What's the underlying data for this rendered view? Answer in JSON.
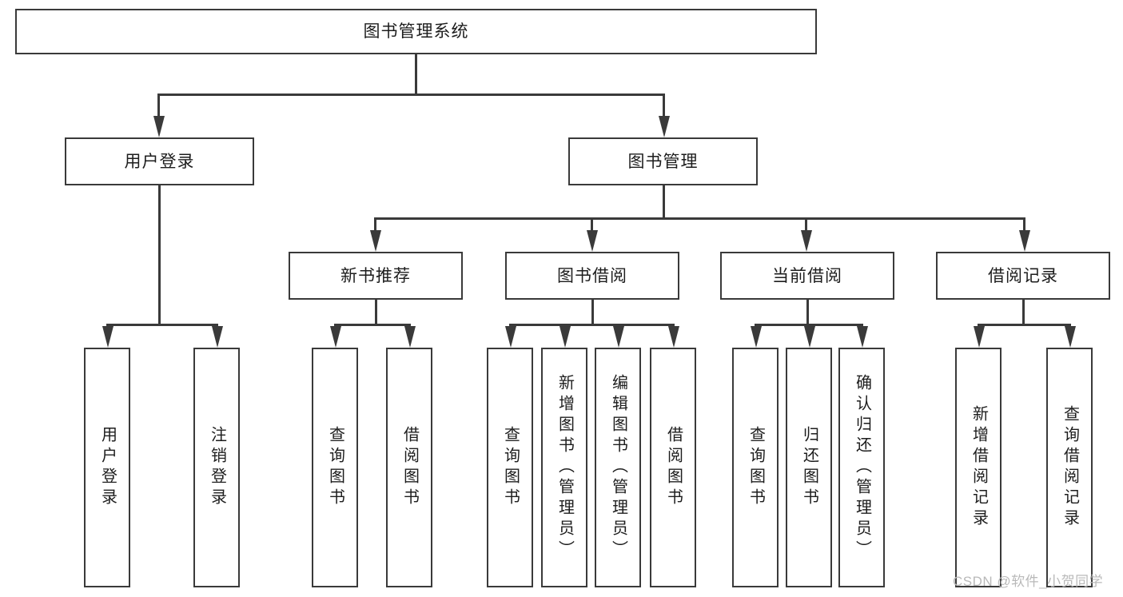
{
  "diagram": {
    "title": "图书管理系统",
    "type": "hierarchy-tree",
    "root": {
      "label": "图书管理系统",
      "children": [
        {
          "label": "用户登录",
          "children": [
            {
              "label": "用户登录"
            },
            {
              "label": "注销登录"
            }
          ]
        },
        {
          "label": "图书管理",
          "children": [
            {
              "label": "新书推荐",
              "children": [
                {
                  "label": "查询图书"
                },
                {
                  "label": "借阅图书"
                }
              ]
            },
            {
              "label": "图书借阅",
              "children": [
                {
                  "label": "查询图书"
                },
                {
                  "label": "新增图书（管理员）"
                },
                {
                  "label": "编辑图书（管理员）"
                },
                {
                  "label": "借阅图书"
                }
              ]
            },
            {
              "label": "当前借阅",
              "children": [
                {
                  "label": "查询图书"
                },
                {
                  "label": "归还图书"
                },
                {
                  "label": "确认归还（管理员）"
                }
              ]
            },
            {
              "label": "借阅记录",
              "children": [
                {
                  "label": "新增借阅记录"
                },
                {
                  "label": "查询借阅记录"
                }
              ]
            }
          ]
        }
      ]
    }
  },
  "nodes": {
    "root": "图书管理系统",
    "user_login": "用户登录",
    "book_manage": "图书管理",
    "new_book_rec": "新书推荐",
    "book_borrow": "图书借阅",
    "current_borrow": "当前借阅",
    "borrow_record": "借阅记录",
    "leaf_user_login": "用户登录",
    "leaf_user_logout": "注销登录",
    "leaf_rec_query": "查询图书",
    "leaf_rec_borrow": "借阅图书",
    "leaf_brw_query": "查询图书",
    "leaf_brw_add": "新增图书（管理员）",
    "leaf_brw_edit": "编辑图书（管理员）",
    "leaf_brw_borrow": "借阅图书",
    "leaf_cur_query": "查询图书",
    "leaf_cur_return": "归还图书",
    "leaf_cur_confirm": "确认归还（管理员）",
    "leaf_rec_add": "新增借阅记录",
    "leaf_rec_search": "查询借阅记录"
  },
  "watermark": {
    "text": "CSDN @软件_小贺同学"
  },
  "colors": {
    "stroke": "#3a3a3a",
    "text": "#1d1d1d",
    "background": "#ffffff",
    "watermark": "#b9b9b9"
  }
}
